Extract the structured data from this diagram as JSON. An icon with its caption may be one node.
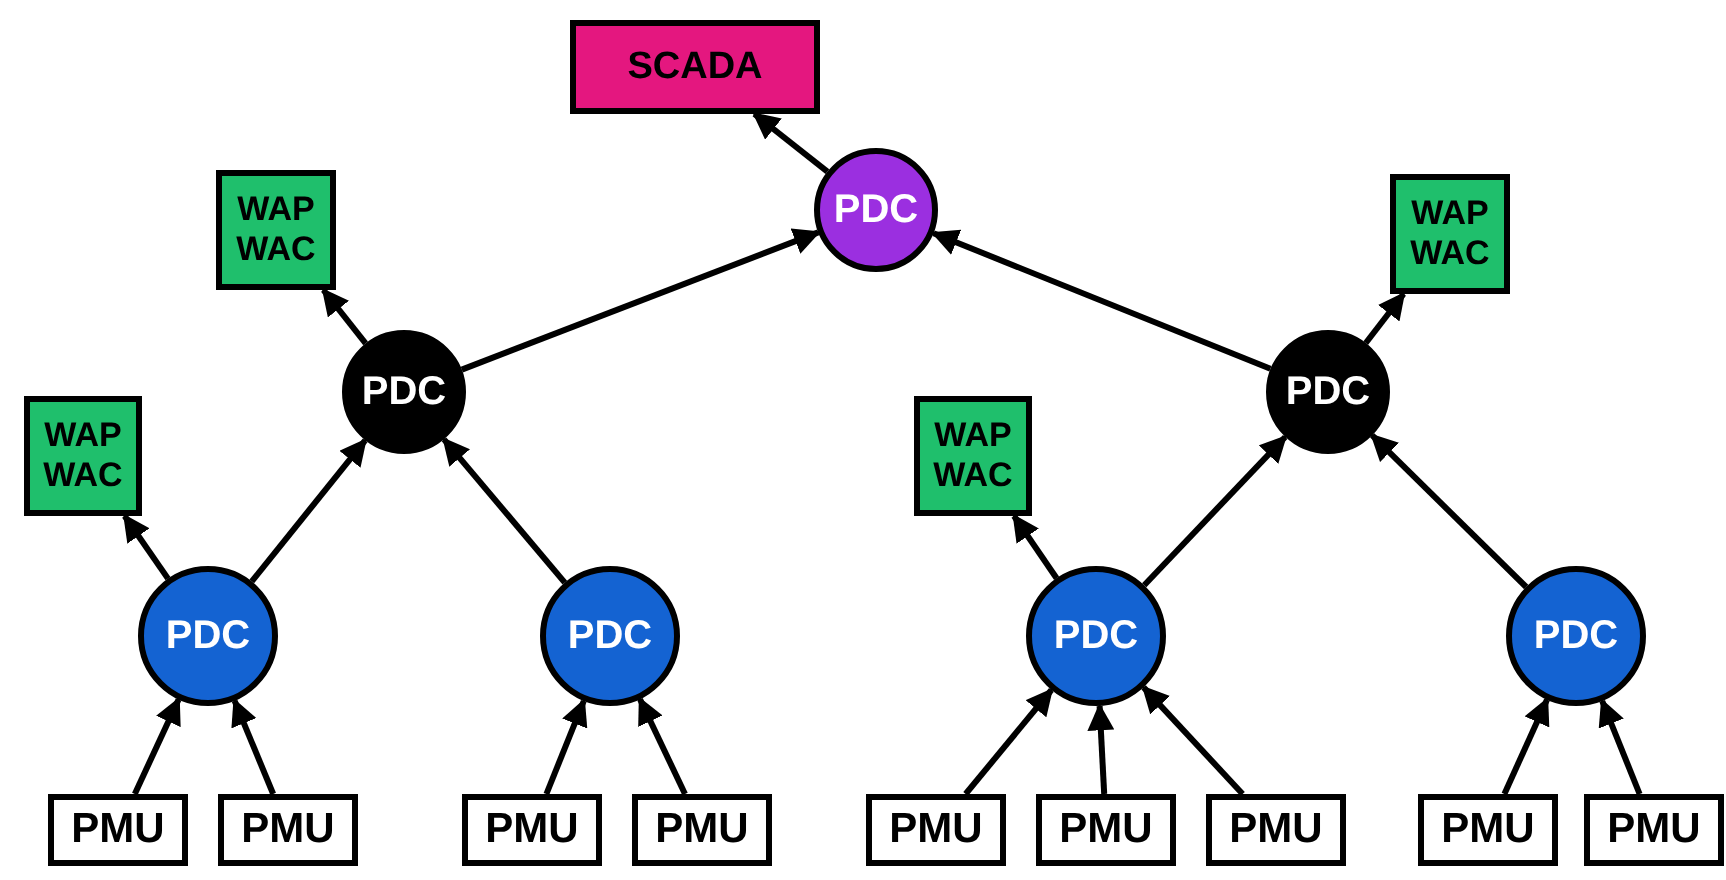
{
  "diagram": {
    "nodes": [
      {
        "text": [
          "SCADA"
        ]
      },
      {
        "text": [
          "PDC"
        ]
      },
      {
        "text": [
          "WAP WAC"
        ]
      },
      {
        "text": [
          "PDC"
        ]
      },
      {
        "text": [
          "WAP WAC"
        ]
      },
      {
        "text": [
          "PDC"
        ]
      },
      {
        "text": [
          "PDC"
        ]
      },
      {
        "text": [
          "PMU"
        ]
      },
      {
        "text": [
          "PMU"
        ]
      },
      {
        "text": [
          "PMU"
        ]
      },
      {
        "text": [
          "PMU"
        ]
      },
      {
        "text": [
          "WAP WAC"
        ]
      },
      {
        "text": [
          "PDC"
        ]
      },
      {
        "text": [
          "WAP WAC"
        ]
      },
      {
        "text": [
          "PDC"
        ]
      },
      {
        "text": [
          "PDC"
        ]
      },
      {
        "text": [
          "PMU"
        ]
      },
      {
        "text": [
          "PMU"
        ]
      },
      {
        "text": [
          "PMU"
        ]
      },
      {
        "text": [
          "PMU"
        ]
      },
      {
        "text": [
          "PMU"
        ]
      }
    ],
    "edges": [
      {
        "from": 1,
        "to": 0,
        "arrow": "to"
      },
      {
        "from": 3,
        "to": 1,
        "arrow": "to"
      },
      {
        "from": 12,
        "to": 1,
        "arrow": "to"
      },
      {
        "from": 3,
        "to": 2,
        "arrow": "to"
      },
      {
        "from": 5,
        "to": 3,
        "arrow": "to"
      },
      {
        "from": 6,
        "to": 3,
        "arrow": "to"
      },
      {
        "from": 5,
        "to": 4,
        "arrow": "to"
      },
      {
        "from": 7,
        "to": 5,
        "arrow": "to"
      },
      {
        "from": 8,
        "to": 5,
        "arrow": "to"
      },
      {
        "from": 9,
        "to": 6,
        "arrow": "to"
      },
      {
        "from": 10,
        "to": 6,
        "arrow": "to"
      },
      {
        "from": 12,
        "to": 11,
        "arrow": "to"
      },
      {
        "from": 14,
        "to": 12,
        "arrow": "to"
      },
      {
        "from": 15,
        "to": 12,
        "arrow": "to"
      },
      {
        "from": 14,
        "to": 13,
        "arrow": "to"
      },
      {
        "from": 16,
        "to": 14,
        "arrow": "to"
      },
      {
        "from": 17,
        "to": 14,
        "arrow": "to"
      },
      {
        "from": 18,
        "to": 14,
        "arrow": "to"
      },
      {
        "from": 19,
        "to": 15,
        "arrow": "to"
      },
      {
        "from": 20,
        "to": 15,
        "arrow": "to"
      }
    ]
  }
}
